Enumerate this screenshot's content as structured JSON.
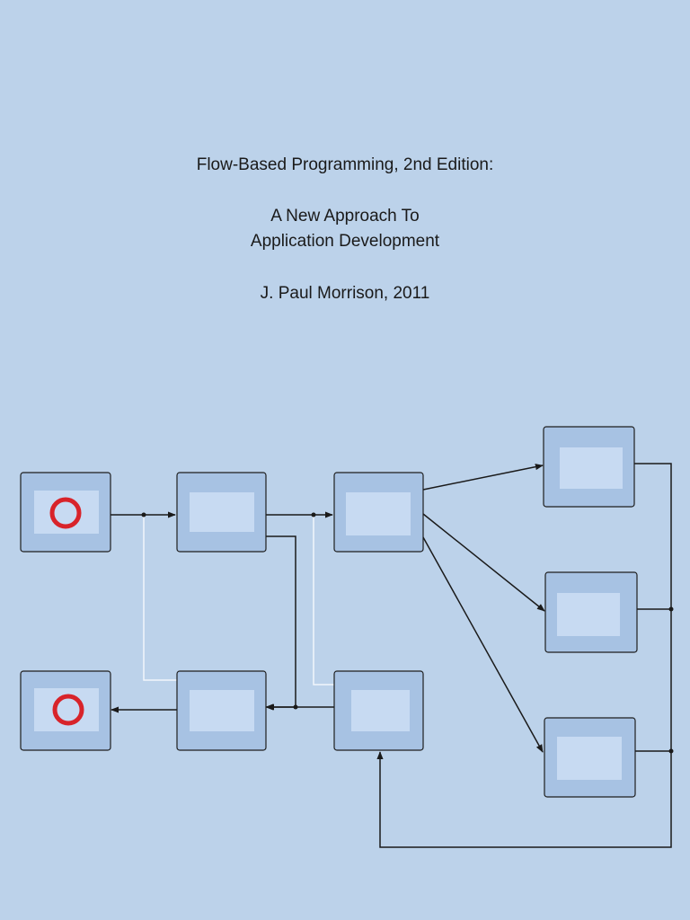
{
  "cover": {
    "title_line": "Flow-Based Programming, 2nd Edition:",
    "subtitle_line1": "A New Approach To",
    "subtitle_line2": "Application Development",
    "author_line": "J. Paul Morrison, 2011"
  },
  "colors": {
    "background": "#bcd2ea",
    "node_fill": "#a7c2e3",
    "node_inner": "#c7daf2",
    "ring": "#d8232a",
    "line": "#1a1a1a"
  }
}
